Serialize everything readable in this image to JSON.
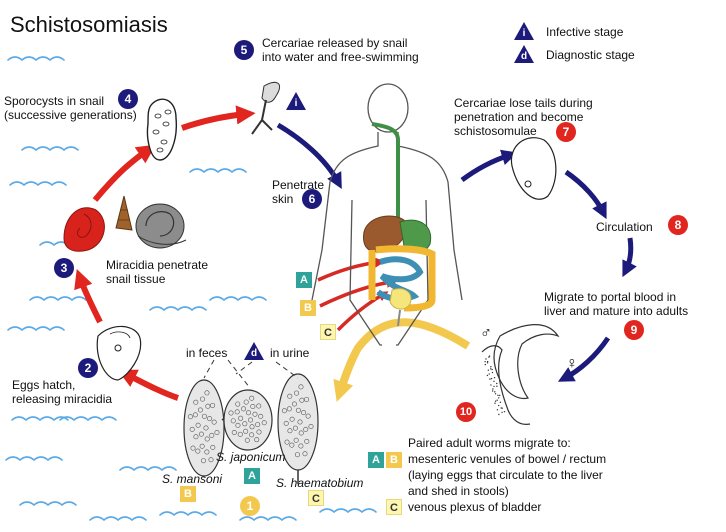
{
  "title": "Schistosomiasis",
  "legend": {
    "infective_symbol": "i",
    "infective_label": "Infective stage",
    "diagnostic_symbol": "d",
    "diagnostic_label": "Diagnostic stage"
  },
  "steps": [
    {
      "num": "1",
      "label": ""
    },
    {
      "num": "2",
      "label": "Eggs hatch,\nreleasing miracidia"
    },
    {
      "num": "3",
      "label": "Miracidia penetrate\nsnail tissue"
    },
    {
      "num": "4",
      "label": "Sporocysts in snail\n(successive generations)"
    },
    {
      "num": "5",
      "label": "Cercariae released by snail\ninto water and free-swimming"
    },
    {
      "num": "6",
      "label": "Penetrate\nskin"
    },
    {
      "num": "7",
      "label": "Cercariae lose tails during\npenetration and become\nschistosomulae"
    },
    {
      "num": "8",
      "label": "Circulation"
    },
    {
      "num": "9",
      "label": "Migrate to portal blood in\nliver and mature into adults"
    },
    {
      "num": "10",
      "label": ""
    }
  ],
  "eggs": {
    "in_feces": "in feces",
    "in_urine": "in urine",
    "species": [
      {
        "name": "S. mansoni",
        "tag": "B"
      },
      {
        "name": "S. japonicum",
        "tag": "A"
      },
      {
        "name": "S. haematobium",
        "tag": "C"
      }
    ]
  },
  "route_labels": {
    "a": "A",
    "b": "B",
    "c": "C"
  },
  "adult_worms": {
    "male_symbol": "♂",
    "female_symbol": "♀",
    "line1": "Paired adult worms migrate to:",
    "line2": "mesenteric venules of bowel / rectum",
    "line3": "(laying eggs that circulate to the liver",
    "line4": "and shed in stools)",
    "line5": "venous plexus of bladder"
  },
  "colors": {
    "navy": "#1c1a7a",
    "red": "#e0261e",
    "teal": "#2fa39a",
    "gold": "#f3c84e",
    "water": "#5aa9e6"
  }
}
